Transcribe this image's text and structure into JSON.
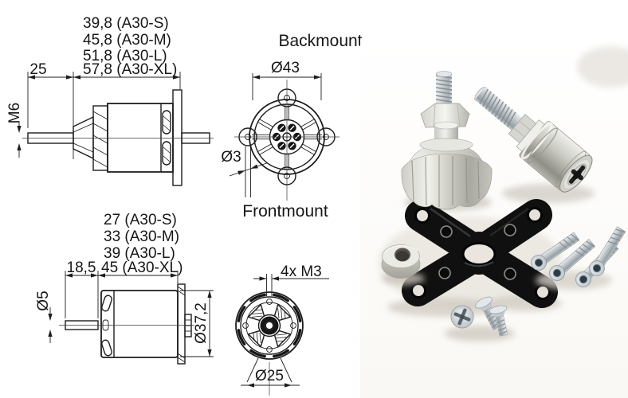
{
  "diagram": {
    "titles": {
      "backmount": "Backmount",
      "frontmount": "Frontmount"
    },
    "top_side_view": {
      "length_options": [
        "39,8 (A30-S)",
        "45,8 (A30-M)",
        "51,8 (A30-L)",
        "57,8 (A30-XL)"
      ],
      "shaft_length": "25",
      "shaft_thread": "M6"
    },
    "backmount_view": {
      "flange_diameter": "Ø43",
      "mount_hole_diameter": "Ø3"
    },
    "bottom_side_view": {
      "length_options": [
        "27 (A30-S)",
        "33 (A30-M)",
        "39 (A30-L)",
        "45 (A30-XL)"
      ],
      "shaft_length": "18,5",
      "shaft_diameter": "Ø5",
      "case_diameter": "Ø37,2"
    },
    "frontmount_view": {
      "screw_spec": "4x M3",
      "bolt_circle_diameter": "Ø25"
    }
  },
  "photo": {
    "items": [
      "prop-adapter-with-spinner-nut",
      "prop-adapter-collet-body",
      "black-x-mount-plate",
      "aluminum-spacer-ring",
      "socket-cap-screws",
      "countersunk-screws"
    ],
    "colors": {
      "metal_light": "#efefeb",
      "metal_mid": "#c7c7c1",
      "metal_dark": "#8f8f87",
      "zinc": "#ccd3d8",
      "black_part": "#151515",
      "shadow": "#d2cdc5"
    }
  }
}
